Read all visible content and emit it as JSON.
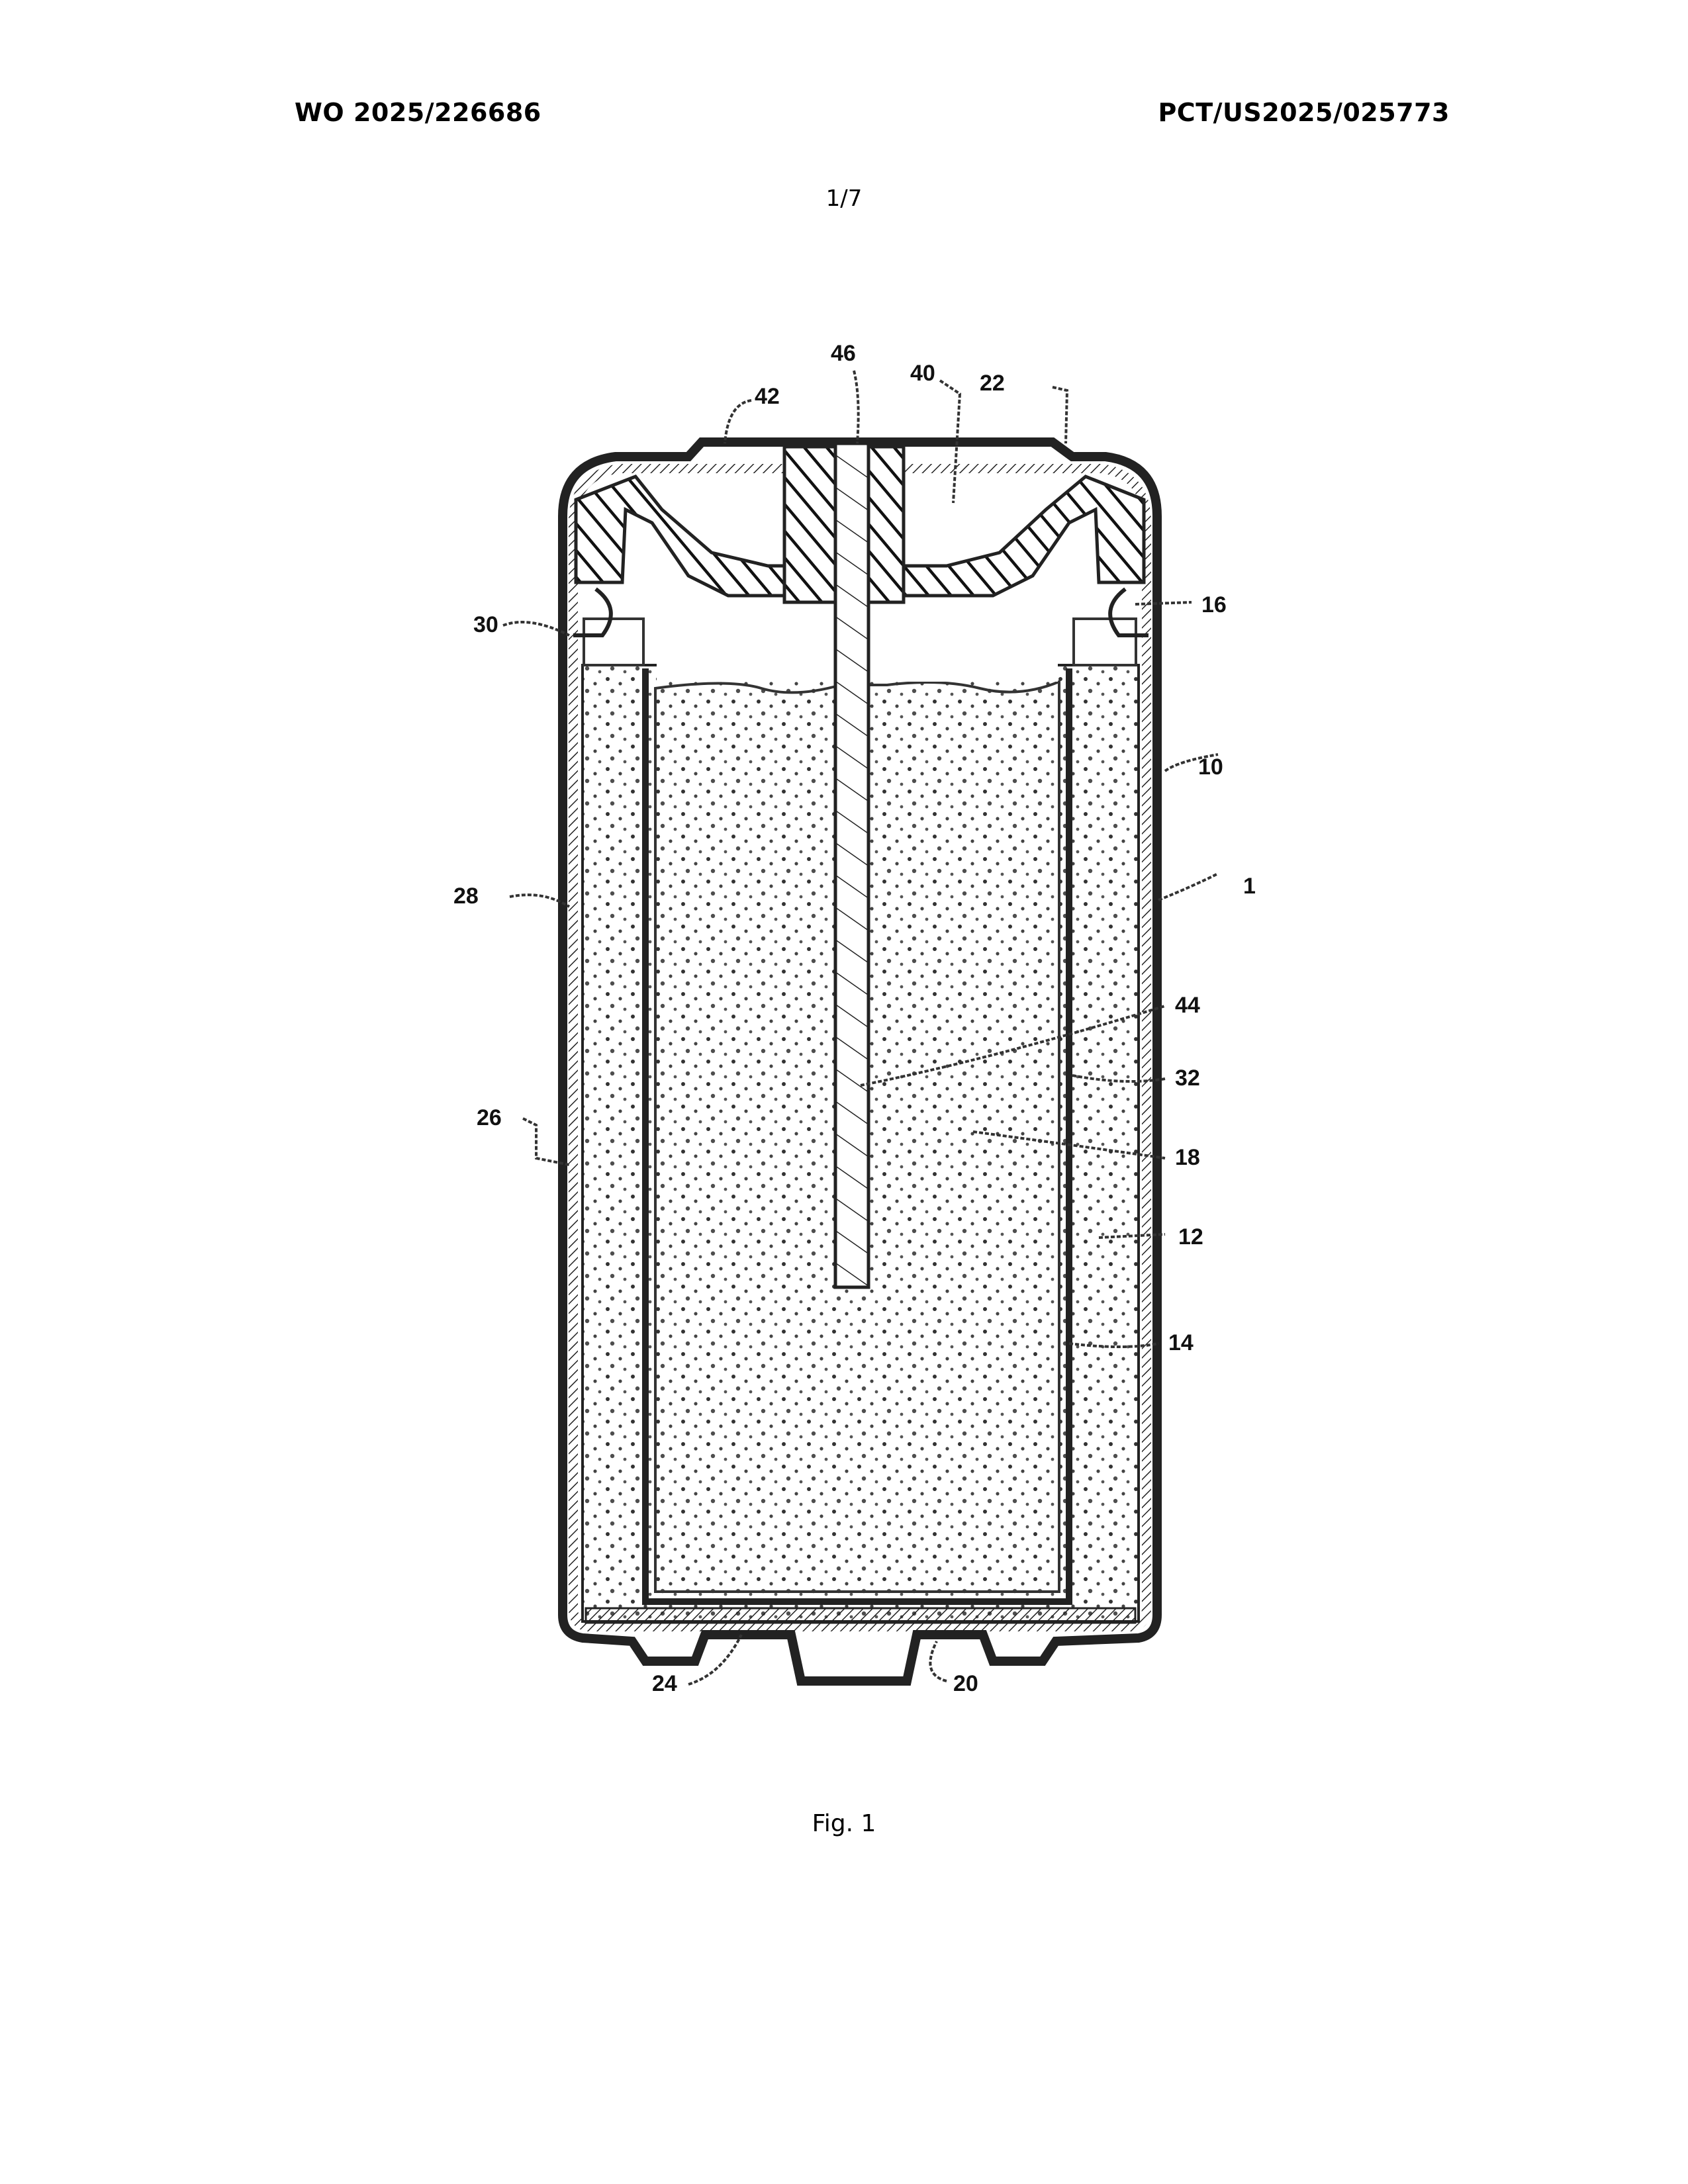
{
  "header": {
    "publication_number": "WO 2025/226686",
    "application_number": "PCT/US2025/025773"
  },
  "sheet_number": "1/7",
  "figure": {
    "caption": "Fig. 1",
    "description": "Cross-sectional view of a cylindrical battery cell",
    "reference_numerals": [
      {
        "id": "label_46",
        "text": "46"
      },
      {
        "id": "label_42",
        "text": "42"
      },
      {
        "id": "label_40",
        "text": "40"
      },
      {
        "id": "label_22",
        "text": "22"
      },
      {
        "id": "label_16",
        "text": "16"
      },
      {
        "id": "label_30",
        "text": "30"
      },
      {
        "id": "label_10",
        "text": "10"
      },
      {
        "id": "label_1",
        "text": "1"
      },
      {
        "id": "label_28",
        "text": "28"
      },
      {
        "id": "label_44",
        "text": "44"
      },
      {
        "id": "label_32",
        "text": "32"
      },
      {
        "id": "label_26",
        "text": "26"
      },
      {
        "id": "label_18",
        "text": "18"
      },
      {
        "id": "label_12",
        "text": "12"
      },
      {
        "id": "label_14",
        "text": "14"
      },
      {
        "id": "label_24",
        "text": "24"
      },
      {
        "id": "label_20",
        "text": "20"
      }
    ]
  }
}
